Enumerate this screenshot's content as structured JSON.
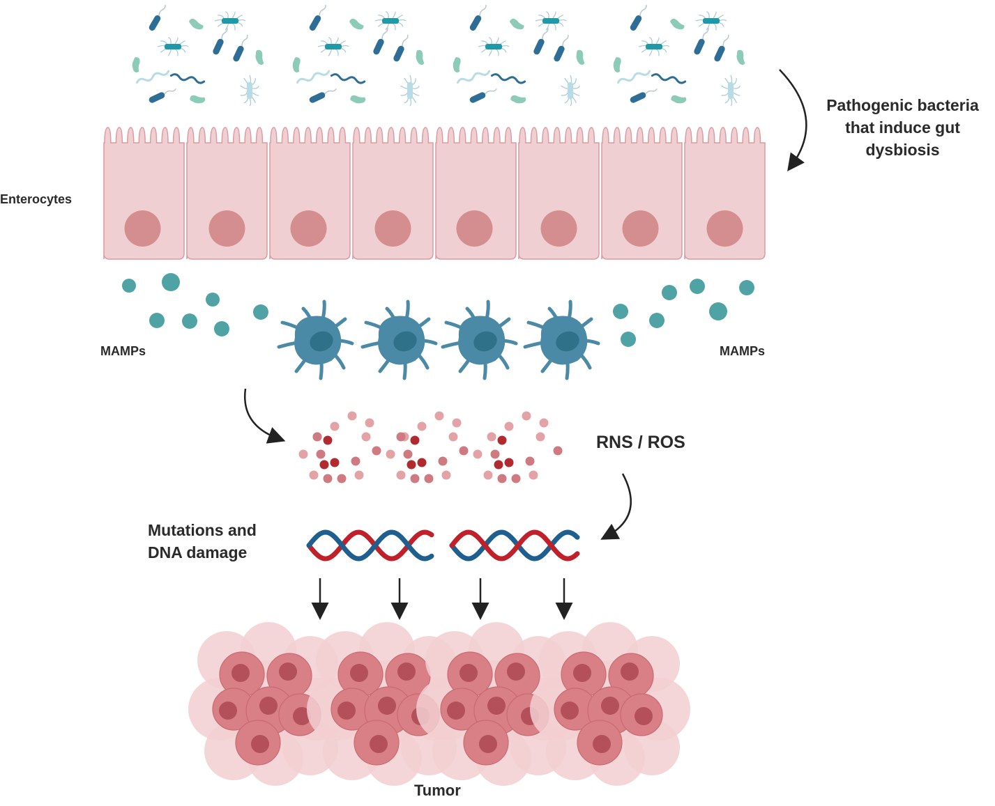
{
  "figure": {
    "title": "Gut dysbiosis to tumor pathway",
    "labels": {
      "pathogenic_bacteria": "Pathogenic bacteria that induce gut dysbiosis",
      "enterocytes": "Enterocytes",
      "mamps_left": "MAMPs",
      "mamps_right": "MAMPs",
      "rns_ros": "RNS / ROS",
      "mutations": "Mutations and DNA damage",
      "tumor": "Tumor"
    },
    "counts": {
      "bacteria_clusters": 4,
      "enterocyte_cells": 8,
      "immune_cells": 4,
      "ros_clusters": 3,
      "dna_helix_segments": 2,
      "down_arrows": 4,
      "tumor_masses": 4
    },
    "colors": {
      "enterocyte_fill": "#f0cfd2",
      "enterocyte_stroke": "#d99aa0",
      "enterocyte_nucleus": "#d48e8f",
      "mamp": "#4fa3a5",
      "immune_cell": "#4a8aa6",
      "immune_nucleus": "#2f7189",
      "ros_light": "#e3a2a6",
      "ros_mid": "#cf7a80",
      "ros_dark": "#b02a30",
      "dna_red": "#c0202a",
      "dna_blue": "#1f5f8f",
      "tumor_outer": "#f2cfd1",
      "tumor_cell": "#d97f86",
      "tumor_nucleus": "#b3505a",
      "arrow": "#222222",
      "bacteria_dark": "#2e6e96",
      "bacteria_teal": "#1f98a8",
      "bacteria_mint": "#8ccbb8",
      "bacteria_light": "#b7dce6"
    }
  }
}
